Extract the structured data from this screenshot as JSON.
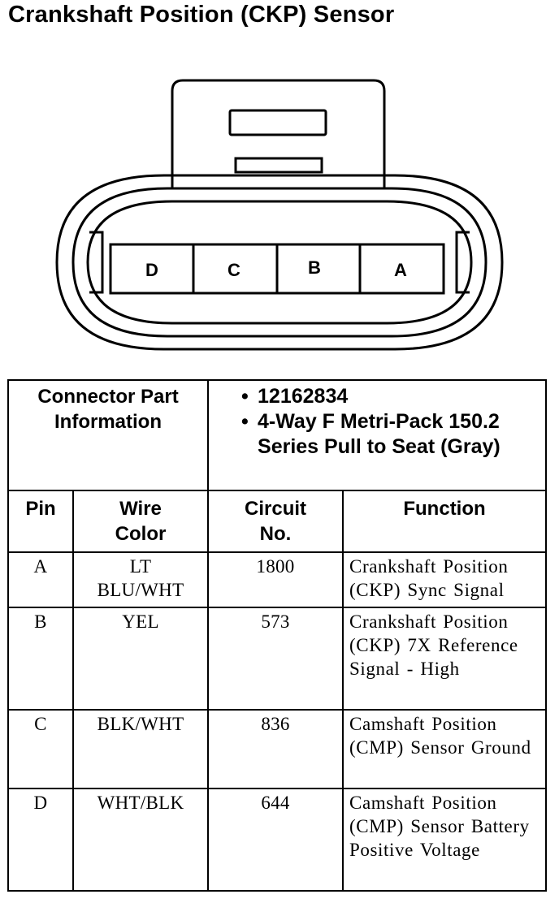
{
  "title": "Crankshaft Position (CKP) Sensor",
  "connector": {
    "pins": [
      "D",
      "C",
      "B",
      "A"
    ]
  },
  "part_info": {
    "label": "Connector Part Information",
    "items": [
      "12162834",
      "4-Way F Metri-Pack 150.2 Series Pull to Seat (Gray)"
    ]
  },
  "table": {
    "headers": {
      "pin": "Pin",
      "wire_color": "Wire Color",
      "circuit": "Circuit No.",
      "function": "Function"
    },
    "rows": [
      {
        "pin": "A",
        "wire_color": "LT BLU/WHT",
        "circuit": "1800",
        "function": "Crankshaft Position (CKP) Sync Signal"
      },
      {
        "pin": "B",
        "wire_color": "YEL",
        "circuit": "573",
        "function": "Crankshaft Position (CKP) 7X Reference Signal - High"
      },
      {
        "pin": "C",
        "wire_color": "BLK/WHT",
        "circuit": "836",
        "function": "Camshaft Position (CMP) Sensor Ground"
      },
      {
        "pin": "D",
        "wire_color": "WHT/BLK",
        "circuit": "644",
        "function": "Camshaft Position (CMP) Sensor Battery Positive Voltage"
      }
    ]
  }
}
